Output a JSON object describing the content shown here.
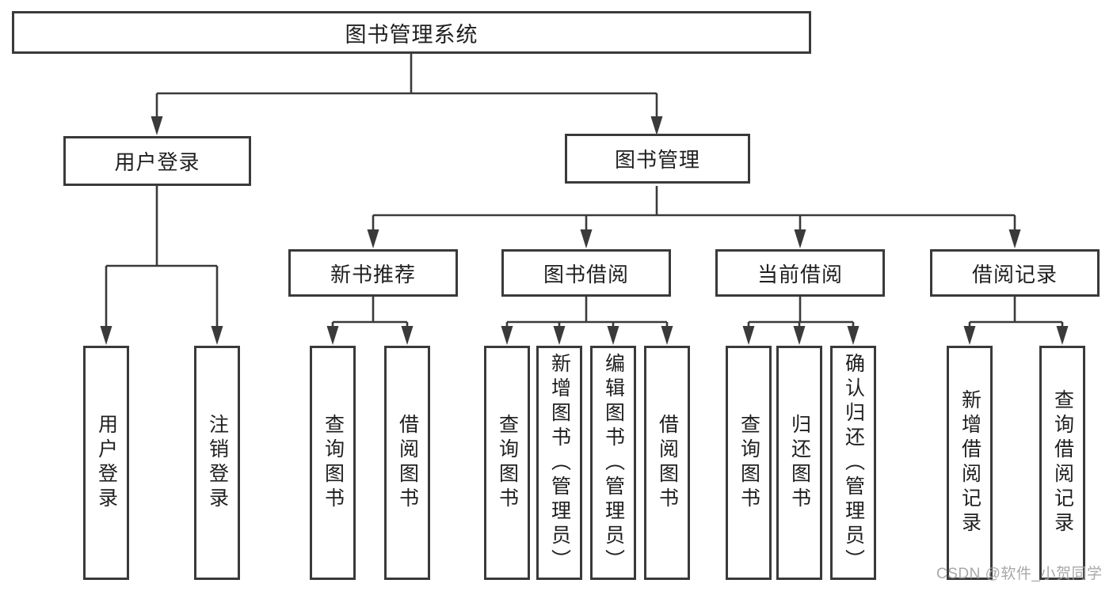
{
  "diagram_title": "图书管理系统",
  "tree": {
    "root_label": "图书管理系统",
    "children": [
      {
        "label": "用户登录",
        "children": [
          "用户登录",
          "注销登录"
        ]
      },
      {
        "label": "图书管理",
        "children": [
          {
            "label": "新书推荐",
            "children": [
              "查询图书",
              "借阅图书"
            ]
          },
          {
            "label": "图书借阅",
            "children": [
              "查询图书",
              "新增图书（管理员）",
              "编辑图书（管理员）",
              "借阅图书"
            ]
          },
          {
            "label": "当前借阅",
            "children": [
              "查询图书",
              "归还图书",
              "确认归还（管理员）"
            ]
          },
          {
            "label": "借阅记录",
            "children": [
              "新增借阅记录",
              "查询借阅记录"
            ]
          }
        ]
      }
    ]
  },
  "watermark": "CSDN @软件_小贺同学",
  "colors": {
    "line": "#3a3a3a",
    "box_border": "#3a3a3a",
    "box_fill": "#ffffff",
    "text": "#1f1f1f",
    "watermark": "#9e9e9e"
  }
}
